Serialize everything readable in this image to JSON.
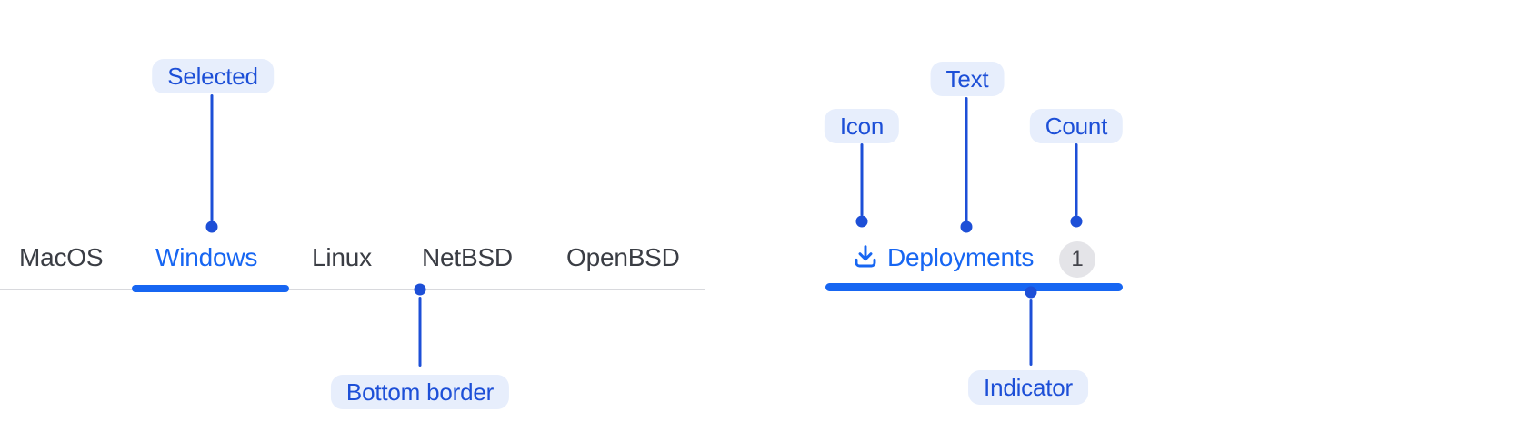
{
  "colors": {
    "accent_blue": "#1766f2",
    "annotation_blue": "#1d4fd7",
    "annotation_pill_bg": "#e7eefc",
    "tab_text": "#3a3d44",
    "tabbar_border": "#d8d9dd",
    "badge_bg": "#e4e4e8",
    "badge_text": "#42434a",
    "background": "#ffffff"
  },
  "os_tabs": {
    "items": [
      {
        "label": "MacOS",
        "selected": false
      },
      {
        "label": "Windows",
        "selected": true
      },
      {
        "label": "Linux",
        "selected": false
      },
      {
        "label": "NetBSD",
        "selected": false
      },
      {
        "label": "OpenBSD",
        "selected": false
      }
    ]
  },
  "deployments_tab": {
    "icon": "download-icon",
    "label": "Deployments",
    "count": "1"
  },
  "annotations": {
    "selected": {
      "label": "Selected"
    },
    "bottom_border": {
      "label": "Bottom border"
    },
    "icon": {
      "label": "Icon"
    },
    "text": {
      "label": "Text"
    },
    "count": {
      "label": "Count"
    },
    "indicator": {
      "label": "Indicator"
    }
  }
}
